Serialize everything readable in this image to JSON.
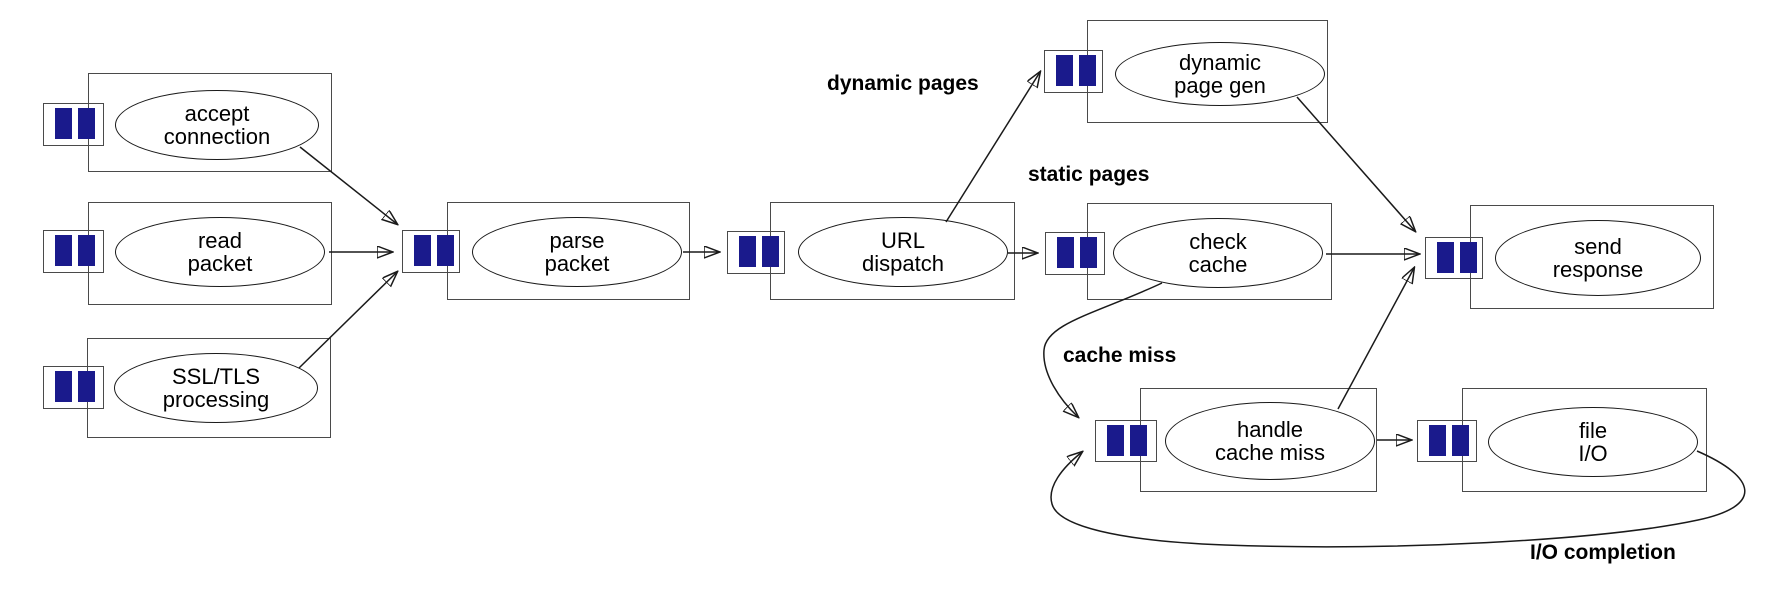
{
  "colors": {
    "queue_slot": "#1a1a8c",
    "line": "#1a1a1a"
  },
  "stages": [
    {
      "id": "accept-connection",
      "line1": "accept",
      "line2": "connection"
    },
    {
      "id": "read-packet",
      "line1": "read",
      "line2": "packet"
    },
    {
      "id": "ssl-tls-processing",
      "line1": "SSL/TLS",
      "line2": "processing"
    },
    {
      "id": "parse-packet",
      "line1": "parse",
      "line2": "packet"
    },
    {
      "id": "url-dispatch",
      "line1": "URL",
      "line2": "dispatch"
    },
    {
      "id": "dynamic-page-gen",
      "line1": "dynamic",
      "line2": "page gen"
    },
    {
      "id": "check-cache",
      "line1": "check",
      "line2": "cache"
    },
    {
      "id": "send-response",
      "line1": "send",
      "line2": "response"
    },
    {
      "id": "handle-cache-miss",
      "line1": "handle",
      "line2": "cache miss"
    },
    {
      "id": "file-io",
      "line1": "file",
      "line2": "I/O"
    }
  ],
  "edge_labels": {
    "dynamic_pages": "dynamic pages",
    "static_pages": "static pages",
    "cache_miss": "cache miss",
    "io_completion": "I/O completion"
  },
  "edges": [
    {
      "from": "accept connection",
      "to": "parse packet"
    },
    {
      "from": "read packet",
      "to": "parse packet"
    },
    {
      "from": "SSL/TLS processing",
      "to": "parse packet"
    },
    {
      "from": "parse packet",
      "to": "URL dispatch"
    },
    {
      "from": "URL dispatch",
      "to": "dynamic page gen",
      "label": "dynamic pages"
    },
    {
      "from": "URL dispatch",
      "to": "check cache",
      "label": "static pages"
    },
    {
      "from": "dynamic page gen",
      "to": "send response"
    },
    {
      "from": "check cache",
      "to": "send response"
    },
    {
      "from": "check cache",
      "to": "handle cache miss",
      "label": "cache miss"
    },
    {
      "from": "handle cache miss",
      "to": "send response"
    },
    {
      "from": "handle cache miss",
      "to": "file I/O"
    },
    {
      "from": "file I/O",
      "to": "handle cache miss",
      "label": "I/O completion"
    }
  ]
}
